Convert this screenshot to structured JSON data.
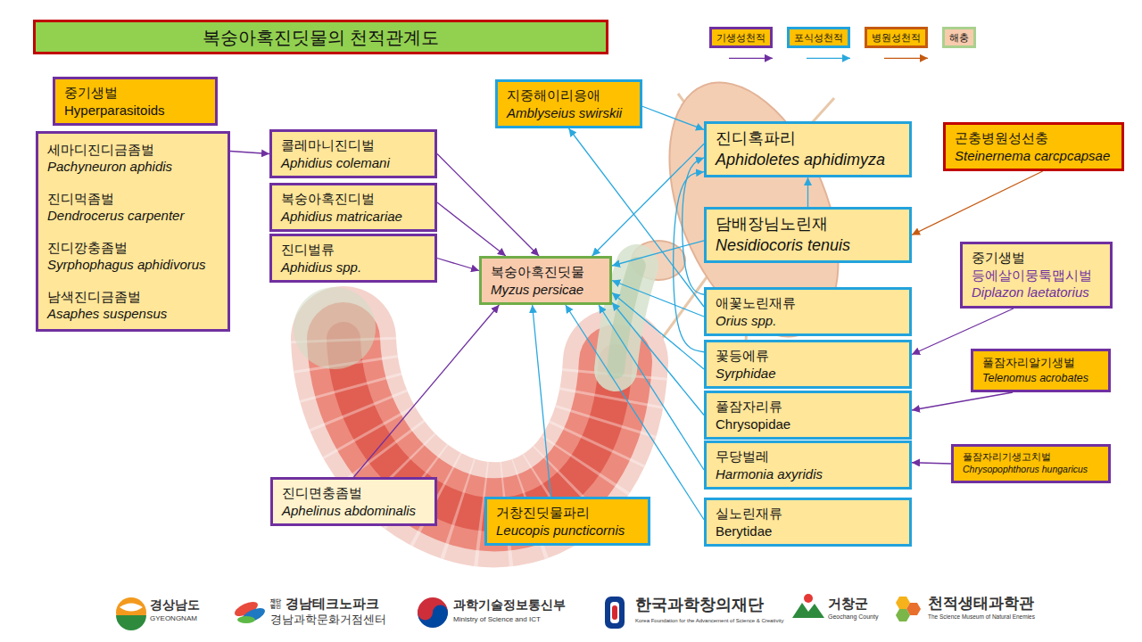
{
  "diagram": {
    "title": "복숭아혹진딧물의 천적관계도",
    "nodes": [
      {
        "text": [
          "중기생벌",
          "Hyperparasitoids"
        ]
      },
      {
        "text": [
          "세마디진디금좀벌",
          "Pachyneuron aphidis",
          "진디먹좀벌",
          "Dendrocerus carpenter",
          "진디깡충좀벌",
          "Syrphophagus aphidivorus",
          "남색진디금좀벌",
          "Asaphes suspensus"
        ]
      },
      {
        "text": [
          "콜레마니진디벌",
          "Aphidius colemani"
        ]
      },
      {
        "text": [
          "복숭아혹진디벌",
          "Aphidius matricariae"
        ]
      },
      {
        "text": [
          "진디벌류",
          "Aphidius spp."
        ]
      },
      {
        "text": [
          "복숭아혹진딧물",
          "Myzus persicae"
        ]
      },
      {
        "text": [
          "지중해이리응애",
          "Amblyseius swirskii"
        ]
      },
      {
        "text": [
          "진디혹파리",
          "Aphidoletes aphidimyza"
        ]
      },
      {
        "text": [
          "담배장님노린재",
          "Nesidiocoris tenuis"
        ]
      },
      {
        "text": [
          "곤충병원성선충",
          "Steinernema carcpcapsae"
        ]
      },
      {
        "text": [
          "애꽃노린재류",
          "Orius spp."
        ]
      },
      {
        "text": [
          "중기생벌",
          "등에살이뭉툭맵시벌",
          "Diplazon laetatorius"
        ]
      },
      {
        "text": [
          "꽃등에류",
          "Syrphidae"
        ]
      },
      {
        "text": [
          "풀잠자리알기생벌",
          "Telenomus acrobates"
        ]
      },
      {
        "text": [
          "풀잠자리류",
          "Chrysopidae"
        ]
      },
      {
        "text": [
          "무당벌레",
          "Harmonia axyridis"
        ]
      },
      {
        "text": [
          "풀잠자리기생고치벌",
          "Chrysopophthorus hungaricus"
        ]
      },
      {
        "text": [
          "진디면충좀벌",
          "Aphelinus abdominalis"
        ]
      },
      {
        "text": [
          "거창진딧물파리",
          "Leucopis puncticornis"
        ]
      },
      {
        "text": [
          "실노린재류",
          "Berytidae"
        ]
      }
    ],
    "edges": [
      {
        "from": 1,
        "to": 2,
        "arrow": "to"
      },
      {
        "from": 2,
        "to": 5,
        "arrow": "to"
      },
      {
        "from": 3,
        "to": 5,
        "arrow": "to"
      },
      {
        "from": 4,
        "to": 5,
        "arrow": "to"
      },
      {
        "from": 6,
        "to": 7,
        "arrow": "to"
      },
      {
        "from": 7,
        "to": 5,
        "arrow": "to"
      },
      {
        "from": 8,
        "to": 7,
        "arrow": "to"
      },
      {
        "from": 8,
        "to": 5,
        "arrow": "to"
      },
      {
        "from": 9,
        "to": 8,
        "arrow": "to"
      },
      {
        "from": 10,
        "to": 6,
        "arrow": "to"
      },
      {
        "from": 10,
        "to": 7,
        "arrow": "to"
      },
      {
        "from": 10,
        "to": 5,
        "arrow": "to"
      },
      {
        "from": 11,
        "to": 12,
        "arrow": "to"
      },
      {
        "from": 12,
        "to": 7,
        "arrow": "to"
      },
      {
        "from": 12,
        "to": 5,
        "arrow": "to"
      },
      {
        "from": 13,
        "to": 14,
        "arrow": "to"
      },
      {
        "from": 14,
        "to": 5,
        "arrow": "to"
      },
      {
        "from": 16,
        "to": 15,
        "arrow": "to"
      },
      {
        "from": 15,
        "to": 5,
        "arrow": "to"
      },
      {
        "from": 17,
        "to": 5,
        "arrow": "to"
      },
      {
        "from": 18,
        "to": 5,
        "arrow": "to"
      },
      {
        "from": 19,
        "to": 5,
        "arrow": "to"
      }
    ],
    "labels": [
      "경상남도",
      "GYEONGNAM",
      "재단 법인",
      "경남테크노파크",
      "경남과학문화거점센터",
      "과학기술정보통신부",
      "Ministry of Science and ICT",
      "한국과학창의재단",
      "Korea Foundation for the Advancement of Science & Creativity",
      "거창군",
      "Geochang County",
      "천적생태과학관",
      "The Science Museum of Natural Enemies"
    ],
    "legend": [
      {
        "text": "기생성천적"
      },
      {
        "text": "포식성천적"
      },
      {
        "text": "병원성천적"
      },
      {
        "text": "해충"
      }
    ]
  }
}
